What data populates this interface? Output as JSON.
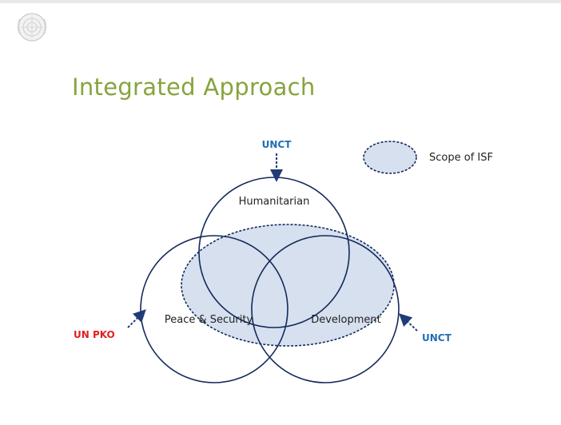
{
  "slide": {
    "title": "Integrated Approach"
  },
  "diagram": {
    "circles": {
      "top": "Humanitarian",
      "left": "Peace & Security",
      "right": "Development"
    },
    "legend": {
      "label": "Scope of ISF"
    },
    "actors": {
      "top": "UNCT",
      "left": "UN PKO",
      "right": "UNCT"
    },
    "colors": {
      "title": "#86a43c",
      "circle_stroke": "#14295a",
      "scope_fill": "#d6e0ef",
      "actor_blue": "#1f6fb5",
      "actor_red": "#e02020",
      "arrow": "#1f3b78"
    }
  },
  "icons": {
    "logo": "un-emblem-icon"
  }
}
